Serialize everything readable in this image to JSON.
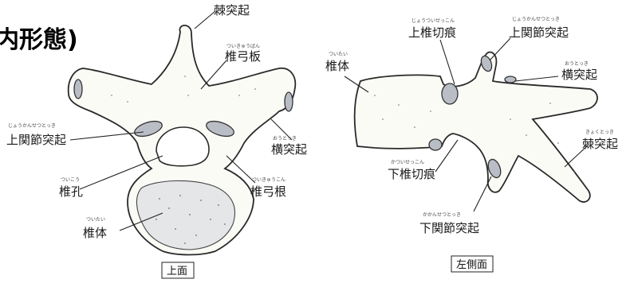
{
  "title": "内形態)",
  "superior_view": {
    "caption": "上面",
    "labels": {
      "spinous_process": {
        "text": "棘突起",
        "ruby": ""
      },
      "lamina": {
        "text": "椎弓板",
        "ruby": "ついきゅうばん"
      },
      "superior_articular_process": {
        "text": "上関節突起",
        "ruby": "じょうかんせつとっき"
      },
      "transverse_process": {
        "text": "横突起",
        "ruby": "おうとっき"
      },
      "vertebral_foramen": {
        "text": "椎孔",
        "ruby": "ついこう"
      },
      "pedicle": {
        "text": "椎弓根",
        "ruby": "ついきゅうこん"
      },
      "vertebral_body": {
        "text": "椎体",
        "ruby": "ついたい"
      }
    }
  },
  "left_lateral_view": {
    "caption": "左側面",
    "labels": {
      "superior_vertebral_notch": {
        "text": "上椎切痕",
        "ruby": "じょうついせっこん"
      },
      "superior_articular_process": {
        "text": "上関節突起",
        "ruby": "じょうかんせつとっき"
      },
      "vertebral_body": {
        "text": "椎体",
        "ruby": "ついたい"
      },
      "transverse_process": {
        "text": "横突起",
        "ruby": "おうとっき"
      },
      "spinous_process": {
        "text": "棘突起",
        "ruby": "きょくとっき"
      },
      "inferior_vertebral_notch": {
        "text": "下椎切痕",
        "ruby": "かついせっこん"
      },
      "inferior_articular_process": {
        "text": "下関節突起",
        "ruby": "かかんせつとっき"
      }
    }
  }
}
